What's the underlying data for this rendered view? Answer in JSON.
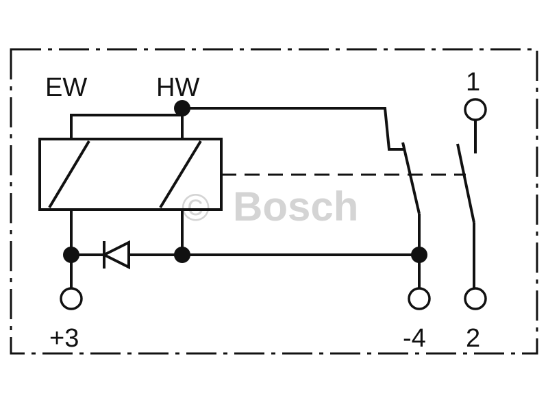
{
  "labels": {
    "ew": "EW",
    "hw": "HW",
    "terminal_1": "1",
    "terminal_2": "2",
    "terminal_plus3": "+3",
    "terminal_minus4": "-4"
  },
  "watermark": {
    "symbol": "©",
    "text": "Bosch"
  },
  "colors": {
    "line": "#111111",
    "watermark": "#d4d4d4",
    "background": "#ffffff"
  }
}
